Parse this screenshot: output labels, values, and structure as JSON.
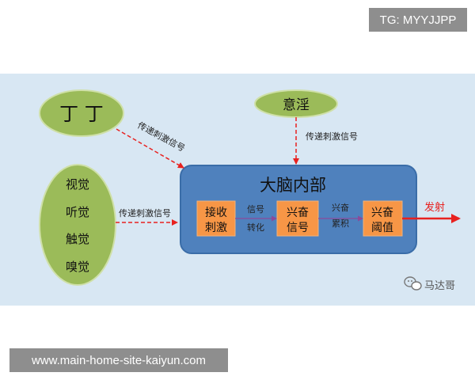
{
  "badge_top": "TG: MYYJJPP",
  "footer_url": "www.main-home-site-kaiyun.com",
  "nodes": {
    "dingding": "丁 丁",
    "yiyin": "意淫",
    "senses": [
      "视觉",
      "听觉",
      "触觉",
      "嗅觉"
    ],
    "brain_title": "大脑内部",
    "receive": [
      "接收",
      "刺激"
    ],
    "excite_signal": [
      "兴奋",
      "信号"
    ],
    "excite_threshold": [
      "兴奋",
      "阈值"
    ]
  },
  "edge_labels": {
    "transmit_top_left": "传递刺激信号",
    "transmit_top": "传递刺激信号",
    "transmit_left": "传递刺激信号",
    "conversion": [
      "信号",
      "转化"
    ],
    "accumulation": [
      "兴奋",
      "累积"
    ],
    "fire": "发射"
  },
  "watermark": "马达哥",
  "colors": {
    "panel_bg": "#d8e7f3",
    "ellipse_fill": "#9bbb59",
    "ellipse_stroke": "#cfe0a8",
    "brain_fill": "#4f81bd",
    "brain_stroke": "#3a6da8",
    "stage_fill": "#f79646",
    "arrow_red": "#e8211f"
  }
}
